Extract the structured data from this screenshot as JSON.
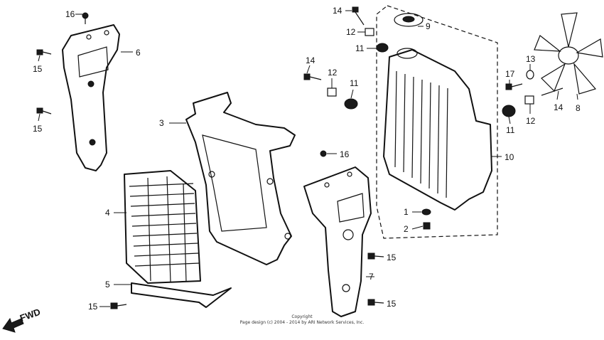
{
  "callouts": {
    "c16a": "16",
    "c6": "6",
    "c15a": "15",
    "c15b": "15",
    "c3": "3",
    "c4": "4",
    "c5": "5",
    "c15c": "15",
    "c14a": "14",
    "c12a": "12",
    "c11a": "11",
    "c9": "9",
    "c14b": "14",
    "c12b": "12",
    "c11b": "11",
    "c13": "13",
    "c17": "17",
    "c12c": "12",
    "c11c": "11",
    "c14c": "14",
    "c8": "8",
    "c10": "10",
    "c16b": "16",
    "c1": "1",
    "c2": "2",
    "c15d": "15",
    "c7": "7",
    "c15e": "15"
  },
  "footer": {
    "copyright_line1": "Copyright",
    "copyright_line2": "Page design (c) 2004 - 2014 by ARI Network Services, Inc."
  },
  "direction_label": "FWD"
}
